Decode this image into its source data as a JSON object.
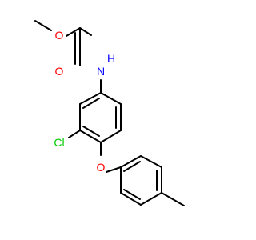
{
  "molecule": {
    "atoms": {
      "methoxy_o": "O",
      "carbonyl_o": "O",
      "nitrogen": "N",
      "hydrogen": "H",
      "chlorine": "Cl",
      "ether_o": "O"
    },
    "colors": {
      "bond": "#000000",
      "oxygen": "#ff0000",
      "nitrogen": "#0000ff",
      "chlorine": "#00cc00"
    }
  }
}
